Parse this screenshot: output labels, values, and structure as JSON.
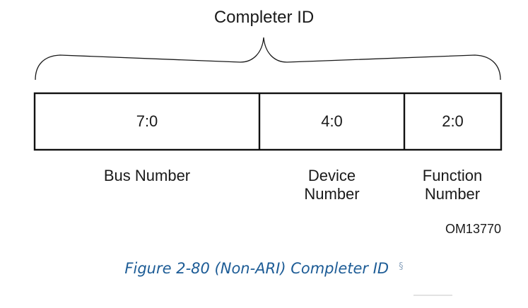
{
  "diagram": {
    "title": "Completer ID",
    "fields": [
      {
        "bits": "7:0",
        "label_lines": [
          "Bus Number"
        ]
      },
      {
        "bits": "4:0",
        "label_lines": [
          "Device",
          "Number"
        ]
      },
      {
        "bits": "2:0",
        "label_lines": [
          "Function",
          "Number"
        ]
      }
    ],
    "figure_id": "OM13770"
  },
  "caption": {
    "text": "Figure 2-80 (Non-ARI) Completer ID",
    "section_symbol": "§"
  },
  "colors": {
    "caption": "#1d5c96",
    "section_link": "#8fa7c0",
    "lines": "#1a1a1a"
  }
}
